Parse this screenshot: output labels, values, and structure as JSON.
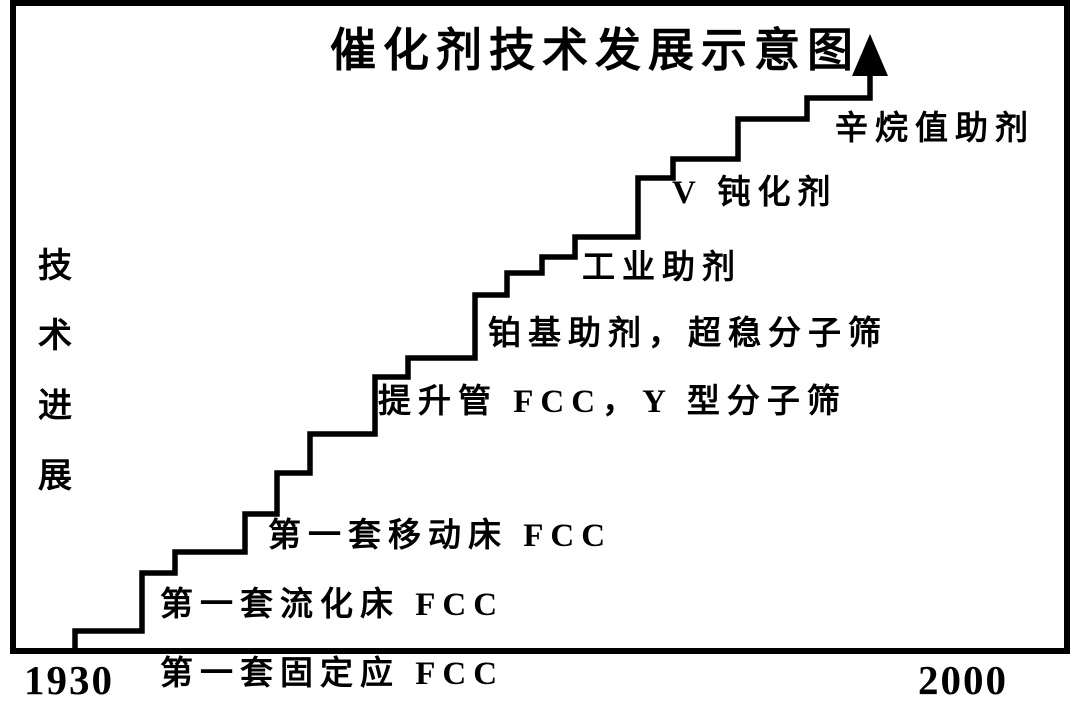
{
  "figure": {
    "title": "催化剂技术发展示意图",
    "y_axis": {
      "label": "技术进展",
      "chars": [
        "技",
        "术",
        "进",
        "展"
      ]
    },
    "x_axis": {
      "start_year": "1930",
      "end_year": "2000"
    },
    "milestones": [
      "第一套固定应 FCC",
      "第一套流化床 FCC",
      "第一套移动床 FCC",
      "提升管 FCC，Y 型分子筛",
      "铂基助剂，超稳分子筛",
      "工业助剂",
      "V 钝化剂",
      "辛烷值助剂"
    ],
    "colors": {
      "ink": "#000000",
      "background": "#ffffff"
    }
  }
}
